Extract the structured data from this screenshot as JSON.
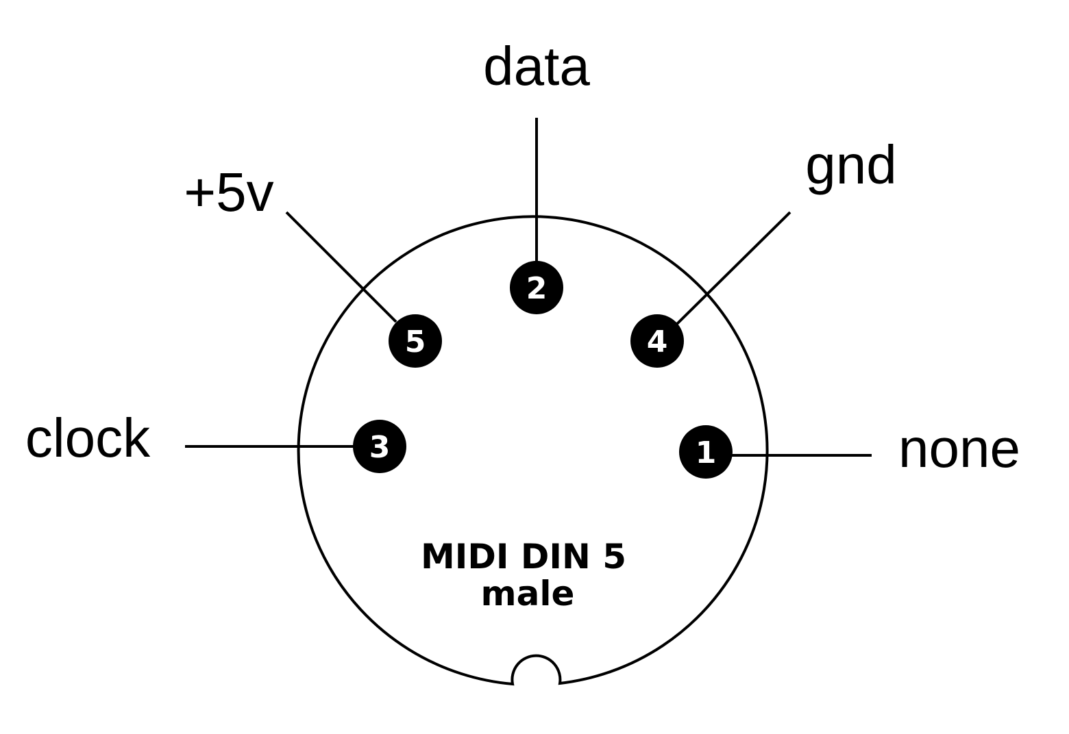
{
  "connector": {
    "caption_line1": "MIDI DIN 5",
    "caption_line2": "male",
    "outline_color": "#000000",
    "pin_fill": "#000000",
    "pin_text_color": "#ffffff"
  },
  "pins": [
    {
      "number": "1",
      "signal": "none"
    },
    {
      "number": "2",
      "signal": "data"
    },
    {
      "number": "3",
      "signal": "clock"
    },
    {
      "number": "4",
      "signal": "gnd"
    },
    {
      "number": "5",
      "signal": "+5v"
    }
  ]
}
